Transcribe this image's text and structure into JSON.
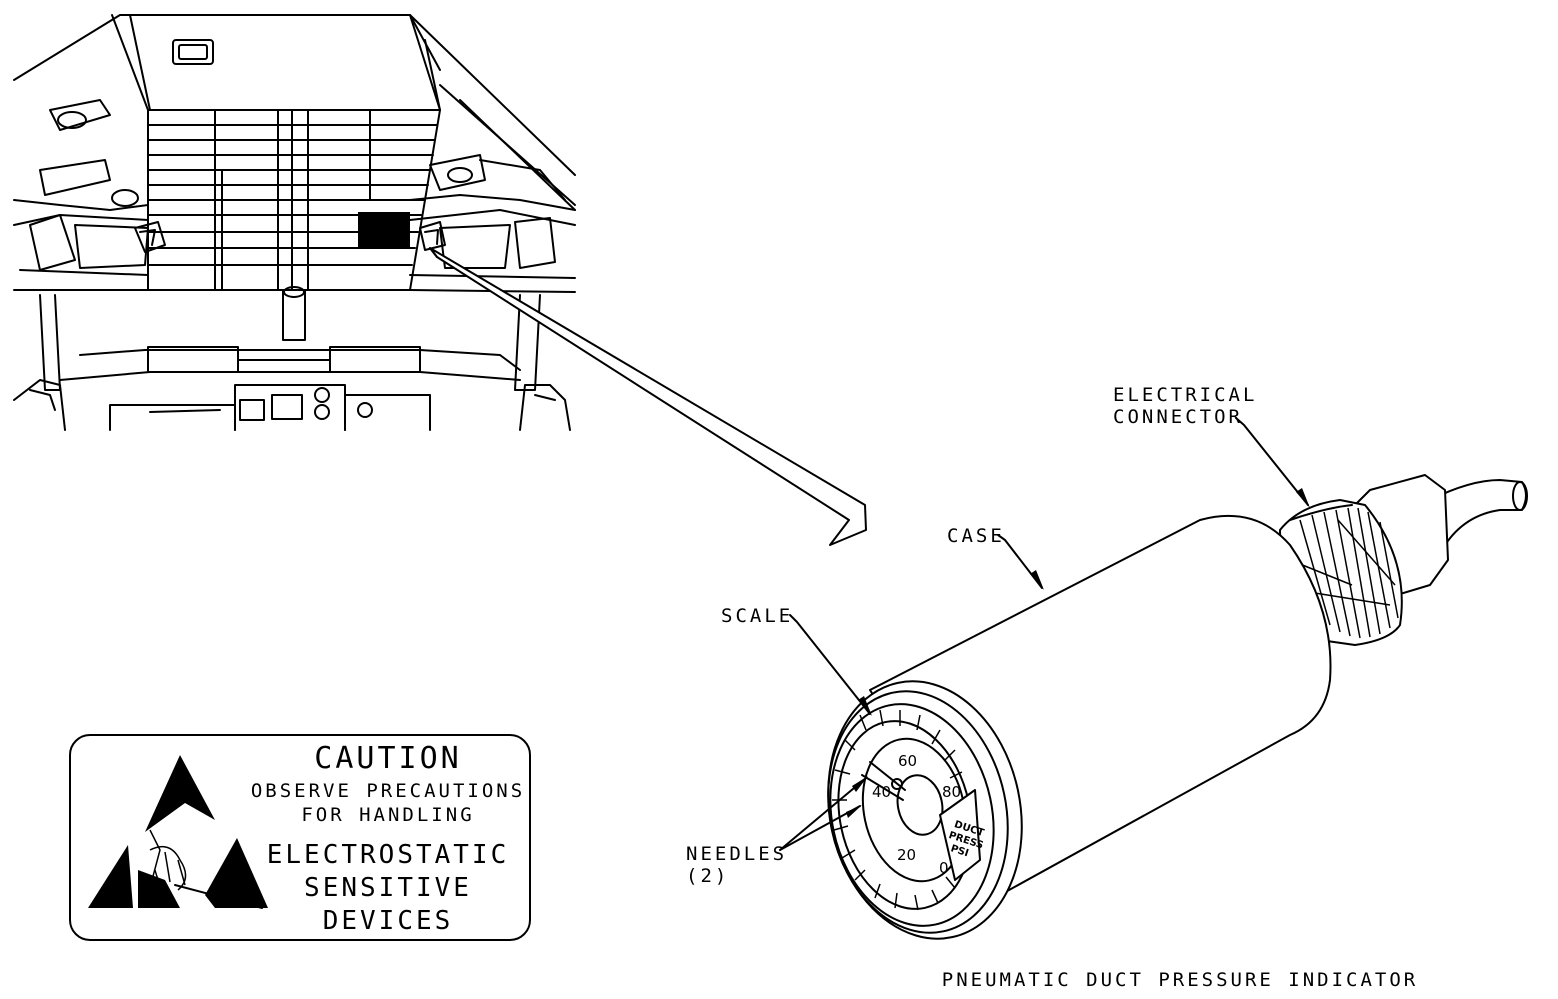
{
  "callouts": {
    "electrical_connector_line1": "ELECTRICAL",
    "electrical_connector_line2": "CONNECTOR",
    "case": "CASE",
    "scale": "SCALE",
    "needles_line1": "NEEDLES",
    "needles_line2": "(2)"
  },
  "dial": {
    "ticks": [
      "60",
      "80",
      "40",
      "20",
      "0"
    ],
    "legend": [
      "DUCT",
      "PRESS",
      "PSI"
    ]
  },
  "caution_label": {
    "heading": "CAUTION",
    "line1": "OBSERVE PRECAUTIONS",
    "line2": "FOR HANDLING",
    "line3": "ELECTROSTATIC",
    "line4": "SENSITIVE",
    "line5": "DEVICES",
    "icon": "esd-hand-triangle-icon"
  },
  "caption": "PNEUMATIC DUCT PRESSURE INDICATOR"
}
